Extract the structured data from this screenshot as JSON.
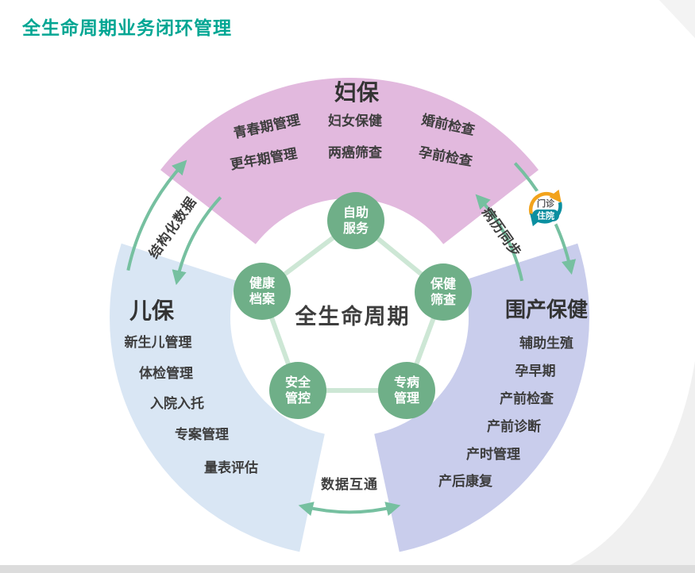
{
  "page": {
    "title": "全生命周期业务闭环管理"
  },
  "colors": {
    "title_teal": "#00A693",
    "arc_women": "#E2B9DE",
    "arc_child": "#D9E6F4",
    "arc_perinatal": "#C9CDEC",
    "node_green": "#6FAF88",
    "pentagon_line": "#CDE7D5",
    "arrow_green": "#76C0A0",
    "text_dark": "#3D3D3D",
    "icon_orange": "#F2A31C",
    "icon_teal": "#0A8FA0"
  },
  "center": {
    "label": "全生命周期"
  },
  "nodes": [
    {
      "id": "self-service",
      "lines": [
        "自助",
        "服务"
      ]
    },
    {
      "id": "health-record",
      "lines": [
        "健康",
        "档案"
      ]
    },
    {
      "id": "care-screening",
      "lines": [
        "保健",
        "筛查"
      ]
    },
    {
      "id": "safety-control",
      "lines": [
        "安全",
        "管控"
      ]
    },
    {
      "id": "disease-management",
      "lines": [
        "专病",
        "管理"
      ]
    }
  ],
  "sections": {
    "women": {
      "title": "妇保",
      "items": [
        "青春期管理",
        "更年期管理",
        "妇女保健",
        "两癌筛查",
        "婚前检查",
        "孕前检查"
      ]
    },
    "child": {
      "title": "儿保",
      "items": [
        "新生儿管理",
        "体检管理",
        "入院入托",
        "专案管理",
        "量表评估"
      ]
    },
    "perinatal": {
      "title": "围产保健",
      "items": [
        "辅助生殖",
        "孕早期",
        "产前检查",
        "产前诊断",
        "产时管理",
        "产后康复"
      ]
    }
  },
  "connectors": {
    "structured_data": "结构化数据",
    "record_sync": "病历同步",
    "data_exchange": "数据互通"
  },
  "cycle_icon": {
    "top": "门诊",
    "bottom": "住院"
  }
}
